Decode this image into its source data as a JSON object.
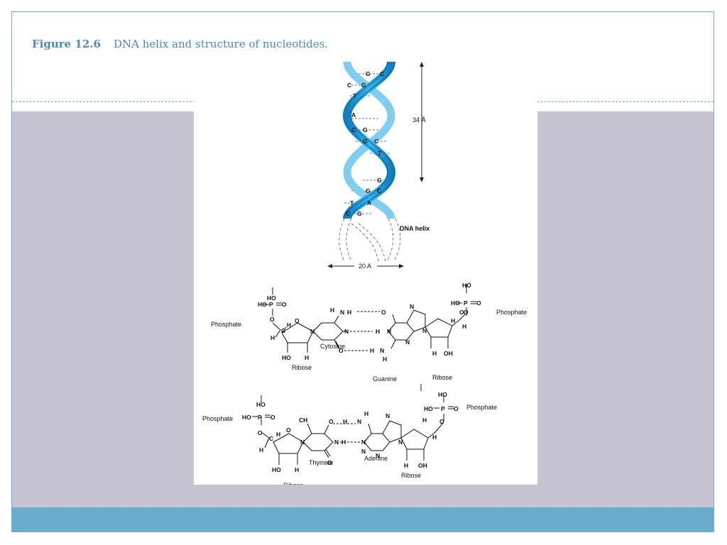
{
  "title": {
    "figure_number": "Figure 12.6",
    "caption": "DNA helix and structure of nucleotides."
  },
  "helix": {
    "label": "DNA helix",
    "pitch_label": "34 Å",
    "width_label": "20 A",
    "base_pairs": [
      [
        "G",
        "C"
      ],
      [
        "C",
        "G"
      ],
      [
        "T",
        ""
      ],
      [
        "A",
        ""
      ],
      [
        "C",
        "G"
      ],
      [
        "G",
        "C"
      ],
      [
        "T",
        ""
      ],
      [
        "G",
        ""
      ],
      [
        "G",
        "C"
      ],
      [
        "T",
        "A"
      ],
      [
        "C",
        "G"
      ]
    ]
  },
  "structures": {
    "phosphate": "Phosphate",
    "ribose": "Ribose",
    "cytosine": "Cytosine",
    "guanine": "Guanine",
    "thymine": "Thymine",
    "adenine": "Adenine"
  },
  "colors": {
    "helix_blue": "#1a9ad6",
    "helix_light": "#8fd4f2",
    "content_band": "#c8c3d3",
    "footer_band": "#6aaccc",
    "title_text": "#4a8ab5"
  }
}
